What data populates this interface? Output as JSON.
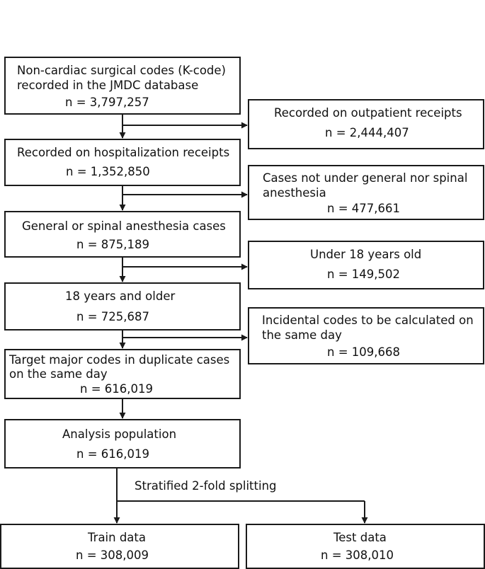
{
  "boxes": {
    "k_code": {
      "line1": "Non-cardiac surgical codes (K-code)",
      "line2": "recorded in the JMDC database",
      "n": "n = 3,797,257"
    },
    "outpatient": {
      "line1": "Recorded on outpatient receipts",
      "n": "n = 2,444,407"
    },
    "hospitalization": {
      "line1": "Recorded on hospitalization receipts",
      "n": "n = 1,352,850"
    },
    "not_anesthesia": {
      "line1": "Cases not under general nor spinal",
      "line2": "anesthesia",
      "n": "n = 477,661"
    },
    "anesthesia": {
      "line1": "General or spinal anesthesia cases",
      "n": "n = 875,189"
    },
    "under18": {
      "line1": "Under 18 years old",
      "n": "n = 149,502"
    },
    "age18": {
      "line1": "18 years and older",
      "n": "n = 725,687"
    },
    "incidental": {
      "line1": "Incidental codes to be calculated on",
      "line2": "the same day",
      "n": "n = 109,668"
    },
    "target_major": {
      "line1": "Target major codes in duplicate cases",
      "line2": "on the same day",
      "n": "n = 616,019"
    },
    "analysis": {
      "line1": "Analysis population",
      "n": "n = 616,019"
    },
    "train": {
      "line1": "Train data",
      "n": "n = 308,009"
    },
    "test": {
      "line1": "Test data",
      "n": "n = 308,010"
    }
  },
  "split_label": "Stratified 2-fold splitting"
}
